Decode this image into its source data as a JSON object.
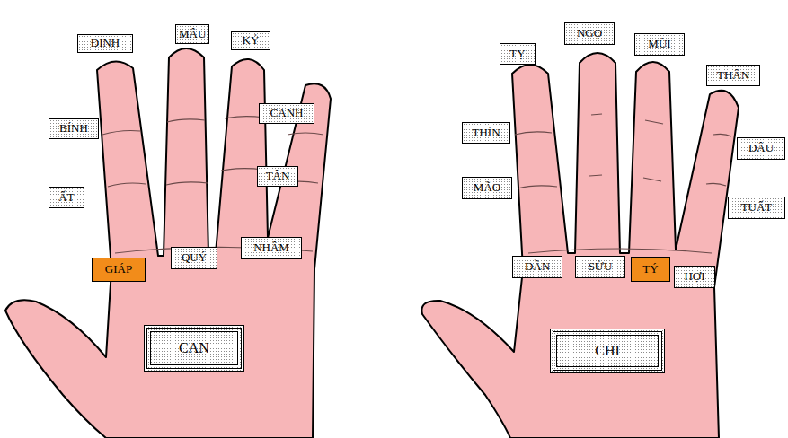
{
  "diagram": {
    "nodes": [
      {
        "text": [
          "ĐINH"
        ]
      },
      {
        "text": [
          "MẬU"
        ]
      },
      {
        "text": [
          "KỶ"
        ]
      },
      {
        "text": [
          "CANH"
        ]
      },
      {
        "text": [
          "BÍNH"
        ]
      },
      {
        "text": [
          "TÂN"
        ]
      },
      {
        "text": [
          "ẤT"
        ]
      },
      {
        "text": [
          "NHÂM"
        ]
      },
      {
        "text": [
          "QUÝ"
        ]
      },
      {
        "text": [
          "GIÁP"
        ]
      },
      {
        "text": [
          "CAN"
        ]
      },
      {
        "text": [
          "TỴ"
        ]
      },
      {
        "text": [
          "NGỌ"
        ]
      },
      {
        "text": [
          "MÙI"
        ]
      },
      {
        "text": [
          "THÂN"
        ]
      },
      {
        "text": [
          "THÌN"
        ]
      },
      {
        "text": [
          "DẬU"
        ]
      },
      {
        "text": [
          "MÃO"
        ]
      },
      {
        "text": [
          "TUẤT"
        ]
      },
      {
        "text": [
          "DẦN"
        ]
      },
      {
        "text": [
          "SỬU"
        ]
      },
      {
        "text": [
          "TÝ"
        ]
      },
      {
        "text": [
          "HỢI"
        ]
      },
      {
        "text": [
          "CHI"
        ]
      }
    ]
  }
}
